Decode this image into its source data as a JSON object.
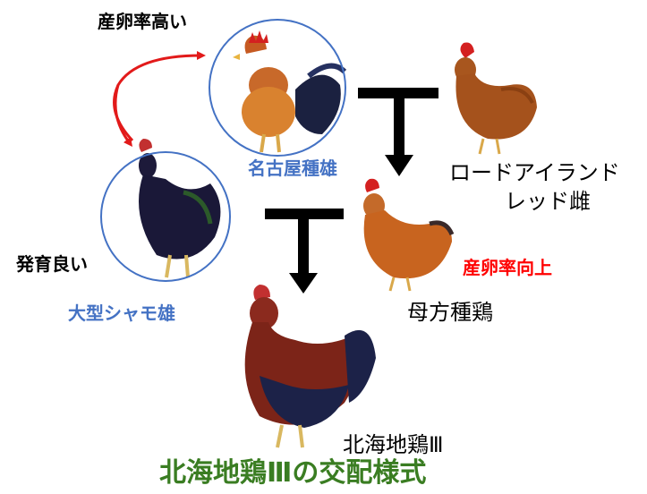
{
  "labels": {
    "high_egg_rate": "産卵率高い",
    "good_growth": "発育良い",
    "nagoya_male": "名古屋種雄",
    "rir_line1": "ロードアイランド",
    "rir_line2": "レッド雌",
    "egg_rate_improved": "産卵率向上",
    "maternal_breed": "母方種鶏",
    "shamo_male": "大型シャモ雄",
    "result_breed": "北海地鶏Ⅲ",
    "title": "北海地鶏Ⅲの交配様式"
  },
  "colors": {
    "blue_label": "#4472c4",
    "red_label": "#ff0000",
    "green_title": "#3a7d22",
    "circle": "#4472c4",
    "arrow_red": "#e21a1a",
    "arrow_black": "#000000"
  }
}
